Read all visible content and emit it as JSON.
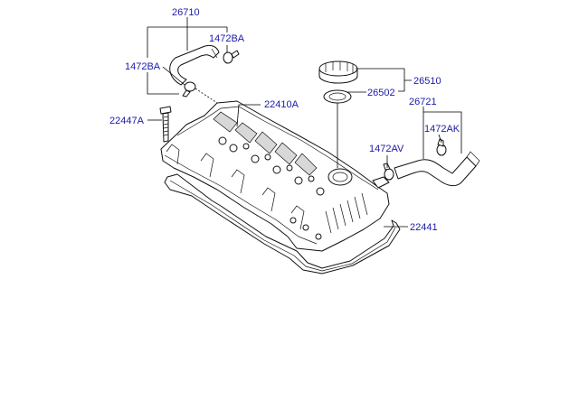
{
  "parts": {
    "p26710": "26710",
    "p1472BA_a": "1472BA",
    "p1472BA_b": "1472BA",
    "p22447A": "22447A",
    "p22410A": "22410A",
    "p26510": "26510",
    "p26502": "26502",
    "p26721": "26721",
    "p1472AK": "1472AK",
    "p1472AV": "1472AV",
    "p22441": "22441"
  },
  "colors": {
    "label": "#1a1aa8",
    "line": "#000000"
  }
}
